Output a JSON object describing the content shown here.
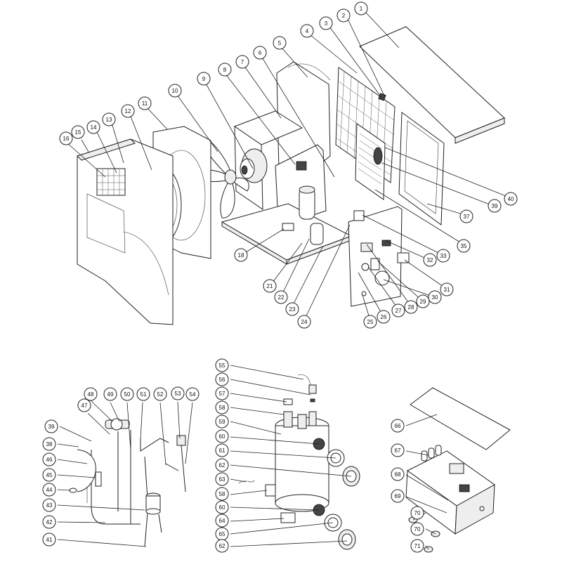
{
  "diagram": {
    "callouts": [
      {
        "id": "c1",
        "label": "1"
      },
      {
        "id": "c2",
        "label": "2"
      },
      {
        "id": "c3",
        "label": "3"
      },
      {
        "id": "c4",
        "label": "4"
      },
      {
        "id": "c5",
        "label": "5"
      },
      {
        "id": "c6",
        "label": "6"
      },
      {
        "id": "c7",
        "label": "7"
      },
      {
        "id": "c8",
        "label": "8"
      },
      {
        "id": "c9",
        "label": "9"
      },
      {
        "id": "c10",
        "label": "10"
      },
      {
        "id": "c11",
        "label": "11"
      },
      {
        "id": "c12",
        "label": "12"
      },
      {
        "id": "c13",
        "label": "13"
      },
      {
        "id": "c14",
        "label": "14"
      },
      {
        "id": "c15",
        "label": "15"
      },
      {
        "id": "c16",
        "label": "16"
      },
      {
        "id": "c18",
        "label": "18"
      },
      {
        "id": "c21",
        "label": "21"
      },
      {
        "id": "c22",
        "label": "22"
      },
      {
        "id": "c23",
        "label": "23"
      },
      {
        "id": "c24",
        "label": "24"
      },
      {
        "id": "c25",
        "label": "25"
      },
      {
        "id": "c26",
        "label": "26"
      },
      {
        "id": "c27",
        "label": "27"
      },
      {
        "id": "c28",
        "label": "28"
      },
      {
        "id": "c29",
        "label": "29"
      },
      {
        "id": "c30",
        "label": "30"
      },
      {
        "id": "c31",
        "label": "31"
      },
      {
        "id": "c32",
        "label": "32"
      },
      {
        "id": "c33",
        "label": "33"
      },
      {
        "id": "c35",
        "label": "35"
      },
      {
        "id": "c37",
        "label": "37"
      },
      {
        "id": "c39",
        "label": "39"
      },
      {
        "id": "c40",
        "label": "40"
      },
      {
        "id": "c39b",
        "label": "39"
      },
      {
        "id": "c38",
        "label": "38"
      },
      {
        "id": "c46",
        "label": "46"
      },
      {
        "id": "c45",
        "label": "45"
      },
      {
        "id": "c44",
        "label": "44"
      },
      {
        "id": "c43",
        "label": "43"
      },
      {
        "id": "c42",
        "label": "42"
      },
      {
        "id": "c41",
        "label": "41"
      },
      {
        "id": "c47",
        "label": "47"
      },
      {
        "id": "c48",
        "label": "48"
      },
      {
        "id": "c49",
        "label": "49"
      },
      {
        "id": "c50",
        "label": "50"
      },
      {
        "id": "c51",
        "label": "51"
      },
      {
        "id": "c52",
        "label": "52"
      },
      {
        "id": "c53",
        "label": "53"
      },
      {
        "id": "c54",
        "label": "54"
      },
      {
        "id": "c55",
        "label": "55"
      },
      {
        "id": "c56",
        "label": "56"
      },
      {
        "id": "c57",
        "label": "57"
      },
      {
        "id": "c58",
        "label": "58"
      },
      {
        "id": "c59",
        "label": "59"
      },
      {
        "id": "c60",
        "label": "60"
      },
      {
        "id": "c61",
        "label": "61"
      },
      {
        "id": "c62",
        "label": "62"
      },
      {
        "id": "c63",
        "label": "63"
      },
      {
        "id": "c58b",
        "label": "58"
      },
      {
        "id": "c60b",
        "label": "60"
      },
      {
        "id": "c64",
        "label": "64"
      },
      {
        "id": "c65",
        "label": "65"
      },
      {
        "id": "c62b",
        "label": "62"
      },
      {
        "id": "c66",
        "label": "66"
      },
      {
        "id": "c67",
        "label": "67"
      },
      {
        "id": "c68",
        "label": "68"
      },
      {
        "id": "c69",
        "label": "69"
      },
      {
        "id": "c70",
        "label": "70"
      },
      {
        "id": "c70b",
        "label": "70"
      },
      {
        "id": "c71",
        "label": "71"
      }
    ]
  }
}
